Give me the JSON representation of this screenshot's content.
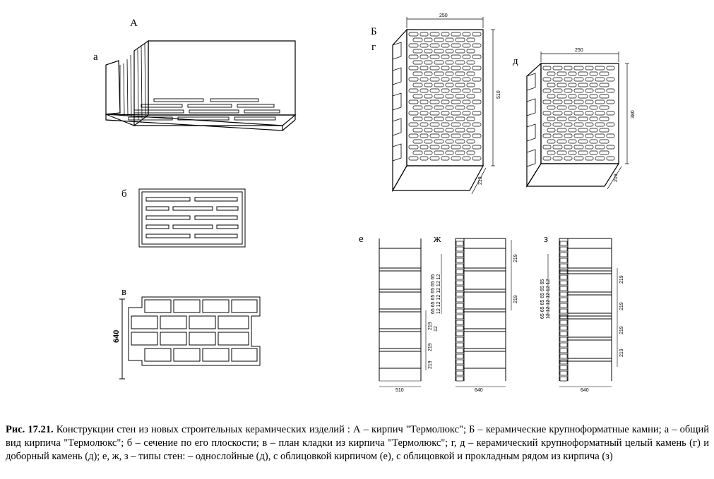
{
  "labels": {
    "A": "А",
    "a": "а",
    "b": "б",
    "v": "в",
    "B": "Б",
    "g": "г",
    "d": "д",
    "e": "е",
    "zh": "ж",
    "z": "з"
  },
  "dims": {
    "g_width": "250",
    "g_height": "510",
    "g_depth": "219",
    "d_width": "250",
    "d_height": "380",
    "d_depth": "219",
    "v_height": "640",
    "e_width": "510",
    "zh_width": "640",
    "z_width": "640",
    "row_219": "219",
    "row_12": "12",
    "zh_stack": "65 65 65 65 65 65",
    "zh_stack2": "12 12 12 12 12 12",
    "z_stack": "65 65 65 65 65 65",
    "z_stack2": "12 12 12 12 12 12"
  },
  "caption": {
    "number": "Рис. 17.21.",
    "text": "Конструкции стен из новых строительных керамических изделий : А – кирпич \"Термолюкс\"; Б – керамические крупноформатные камни; а – общий вид кирпича \"Термолюкс\"; б – сечение по его плоскости; в – план кладки из кирпича \"Термолюкс\"; г, д – керамический крупноформатный целый камень (г) и доборный камень (д); е, ж, з – типы стен: – однослойные (д), с облицовкой кирпичом (е), с облицовкой и прокладным рядом из кирпича (з)"
  }
}
